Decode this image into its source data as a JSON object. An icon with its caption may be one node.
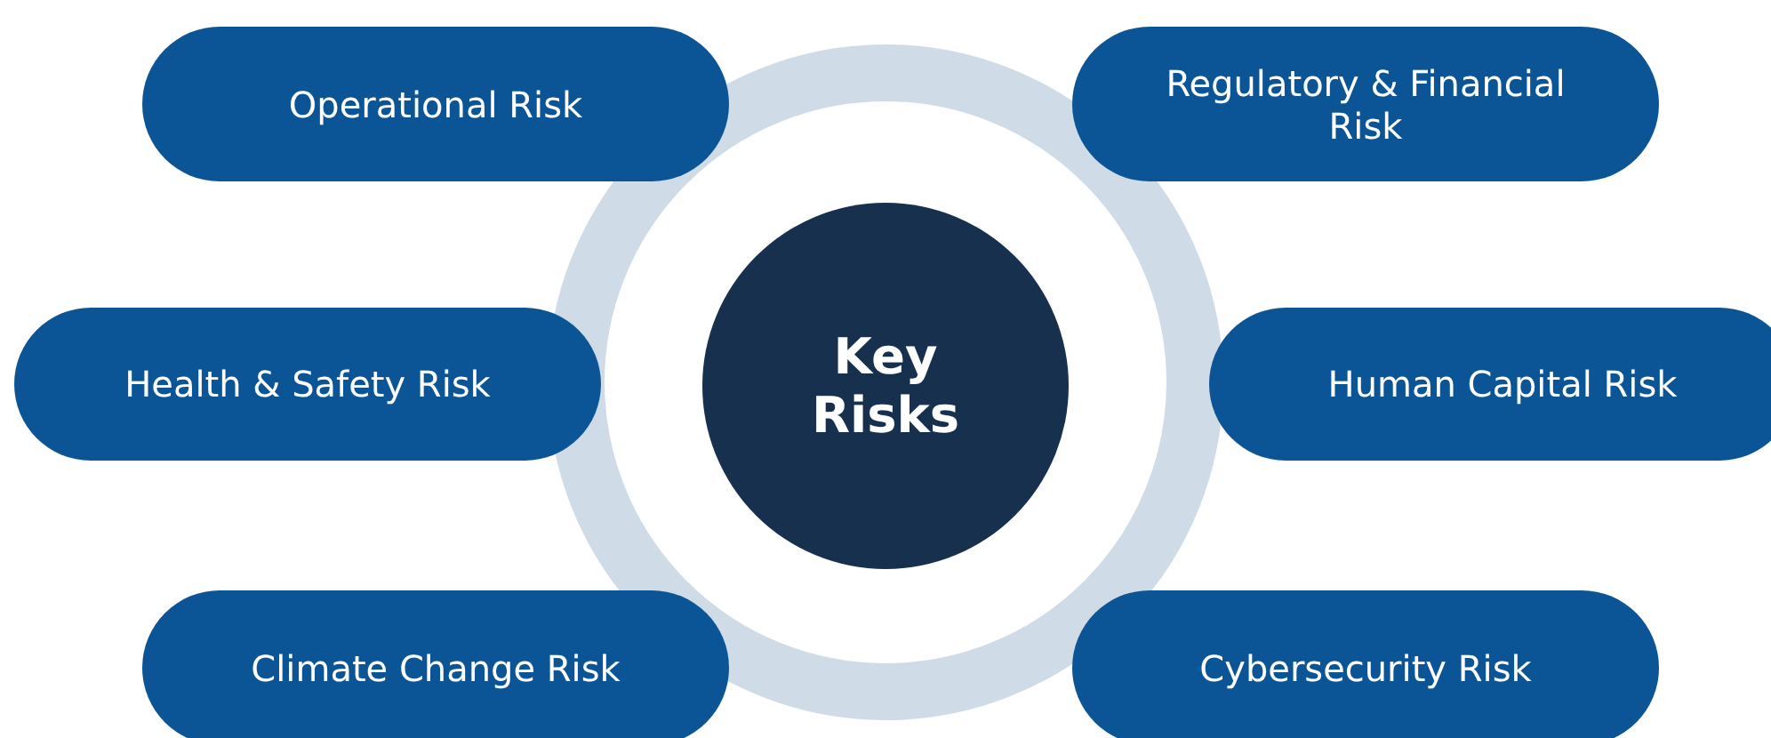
{
  "diagram": {
    "nodes": [
      {
        "text": [
          "Operational Risk"
        ]
      },
      {
        "text": [
          "Regulatory & Financial Risk"
        ]
      },
      {
        "text": [
          "Health & Safety Risk"
        ]
      },
      {
        "text": [
          "Key Risks"
        ]
      },
      {
        "text": [
          "Human Capital Risk"
        ]
      },
      {
        "text": [
          "Climate Change Risk"
        ]
      },
      {
        "text": [
          "Cybersecurity Risk"
        ]
      }
    ]
  }
}
